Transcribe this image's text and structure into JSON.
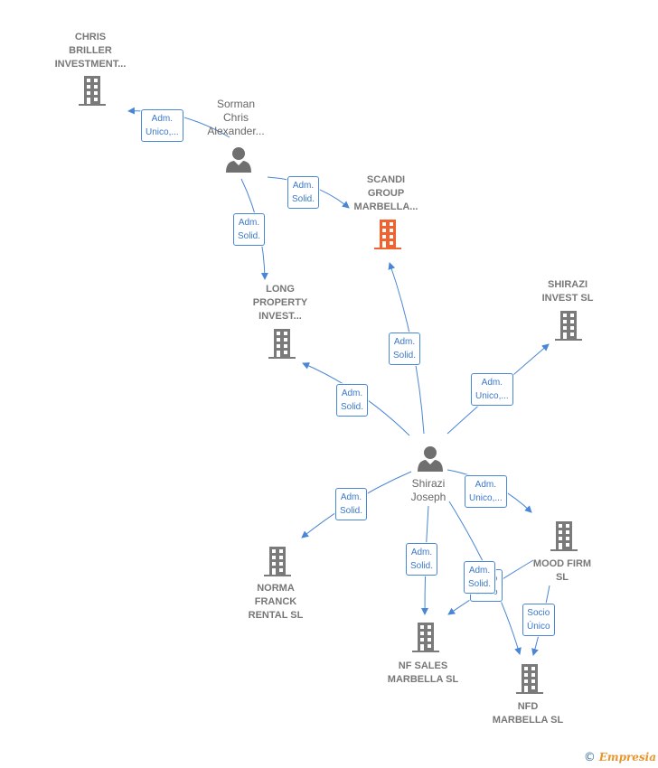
{
  "colors": {
    "edge": "#4a86d6",
    "building": "#7a7a7a",
    "building_highlight": "#f0622e",
    "person": "#6f6f6f"
  },
  "companies": {
    "chris_briller": "CHRIS\nBRILLER\nINVESTMENT...",
    "scandi_group": "SCANDI\nGROUP\nMARBELLA...",
    "long_property": "LONG\nPROPERTY\nINVEST...",
    "shirazi_invest": "SHIRAZI\nINVEST  SL",
    "mood_firm": "MOOD FIRM\nSL",
    "norma_franck": "NORMA\nFRANCK\nRENTAL  SL",
    "nf_sales": "NF SALES\nMARBELLA  SL",
    "nfd_marbella": "NFD\nMARBELLA  SL"
  },
  "persons": {
    "sorman": "Sorman\nChris\nAlexander...",
    "shirazi": "Shirazi\nJoseph"
  },
  "edge_labels": {
    "sorman_chris": "Adm.\nUnico,...",
    "sorman_scandi": "Adm.\nSolid.",
    "sorman_long": "Adm.\nSolid.",
    "shirazi_scandi": "Adm.\nSolid.",
    "shirazi_long": "Adm.\nSolid.",
    "shirazi_invest": "Adm.\nUnico,...",
    "shirazi_mood": "Adm.\nUnico,...",
    "shirazi_norma": "Adm.\nSolid.",
    "shirazi_nfsales": "Adm.\nSolid.",
    "shirazi_nfd": "Adm.\nSolid.",
    "mood_nfsales": "Socio\nÚnico",
    "mood_nfd": "Socio\nÚnico"
  },
  "footer": {
    "copyright": "©",
    "brand": "Empresia"
  }
}
